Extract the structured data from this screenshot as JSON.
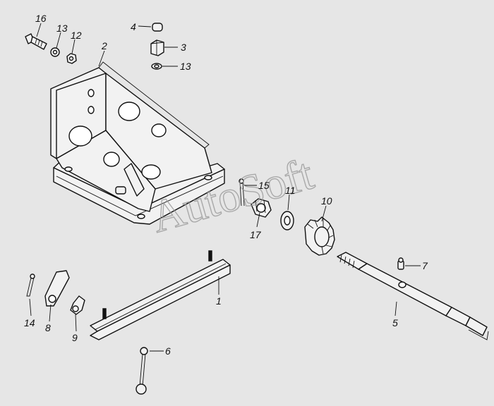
{
  "watermark": "AutoSoft",
  "callouts": {
    "c16": "16",
    "c13a": "13",
    "c12": "12",
    "c2": "2",
    "c4": "4",
    "c3": "3",
    "c13b": "13",
    "c15": "15",
    "c11": "11",
    "c10": "10",
    "c17": "17",
    "c7": "7",
    "c5": "5",
    "c1": "1",
    "c14": "14",
    "c8": "8",
    "c9": "9",
    "c6": "6"
  }
}
